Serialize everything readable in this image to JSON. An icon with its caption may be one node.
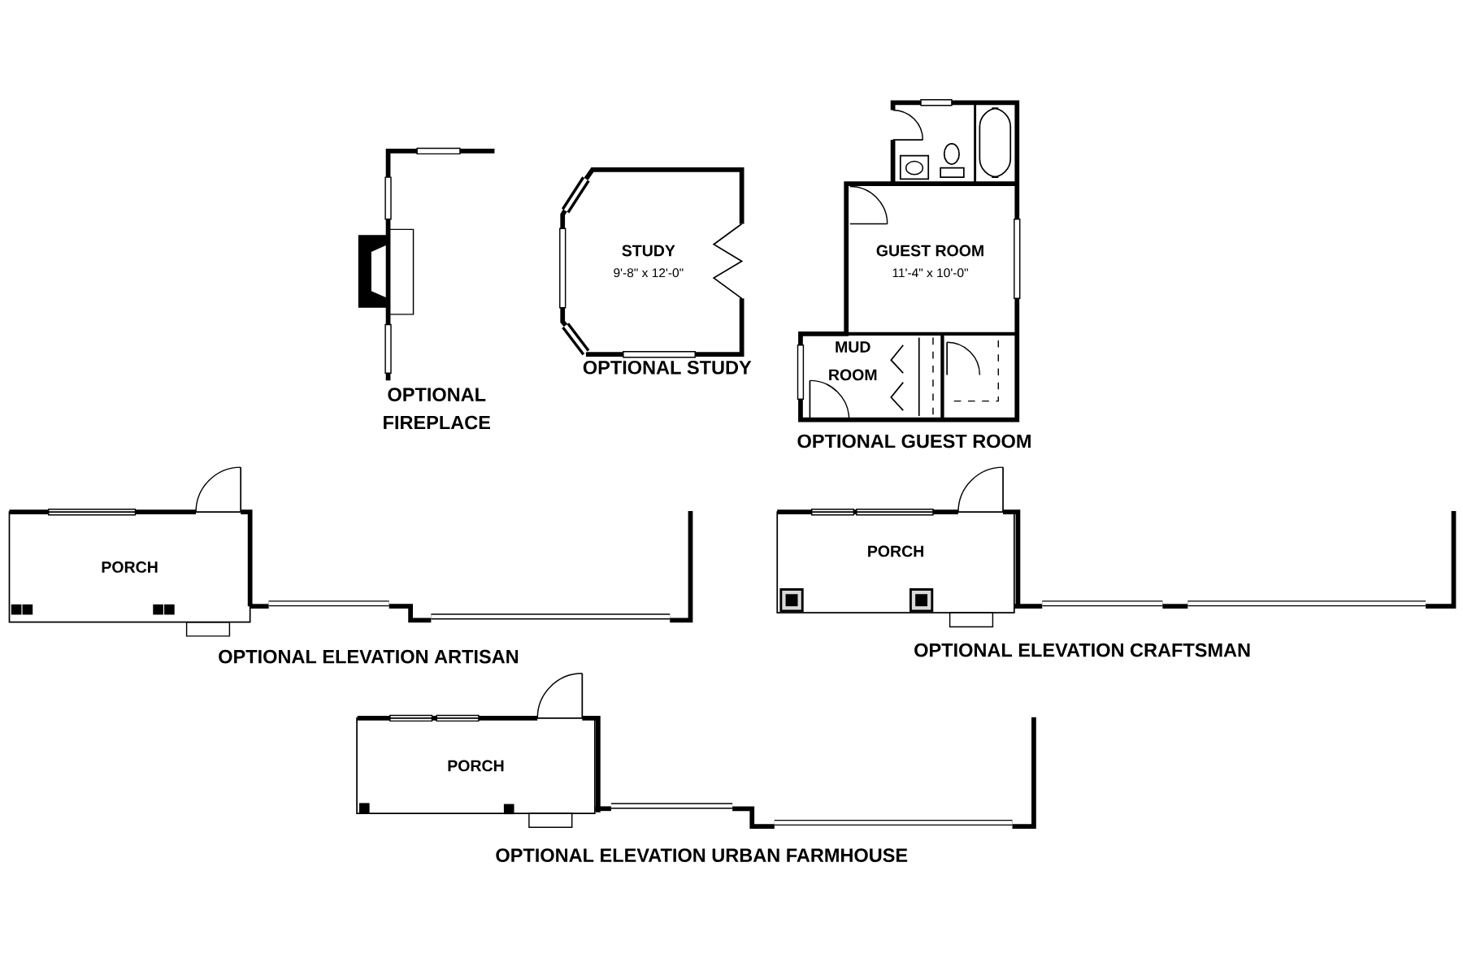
{
  "diagram": {
    "nodes": [
      {
        "text": [
          "STUDY",
          "9'-8\" x 12'-0\""
        ]
      },
      {
        "text": [
          "GUEST ROOM",
          "11'-4\" x 10'-0\""
        ]
      },
      {
        "text": [
          "MUD ROOM"
        ]
      },
      {
        "text": [
          "PORCH"
        ]
      },
      {
        "text": [
          "PORCH"
        ]
      },
      {
        "text": [
          "PORCH"
        ]
      }
    ],
    "labels": [
      "OPTIONAL FIREPLACE",
      "OPTIONAL STUDY",
      "OPTIONAL GUEST ROOM",
      "OPTIONAL ELEVATION ARTISAN",
      "OPTIONAL ELEVATION CRAFTSMAN",
      "OPTIONAL ELEVATION URBAN FARMHOUSE"
    ]
  }
}
